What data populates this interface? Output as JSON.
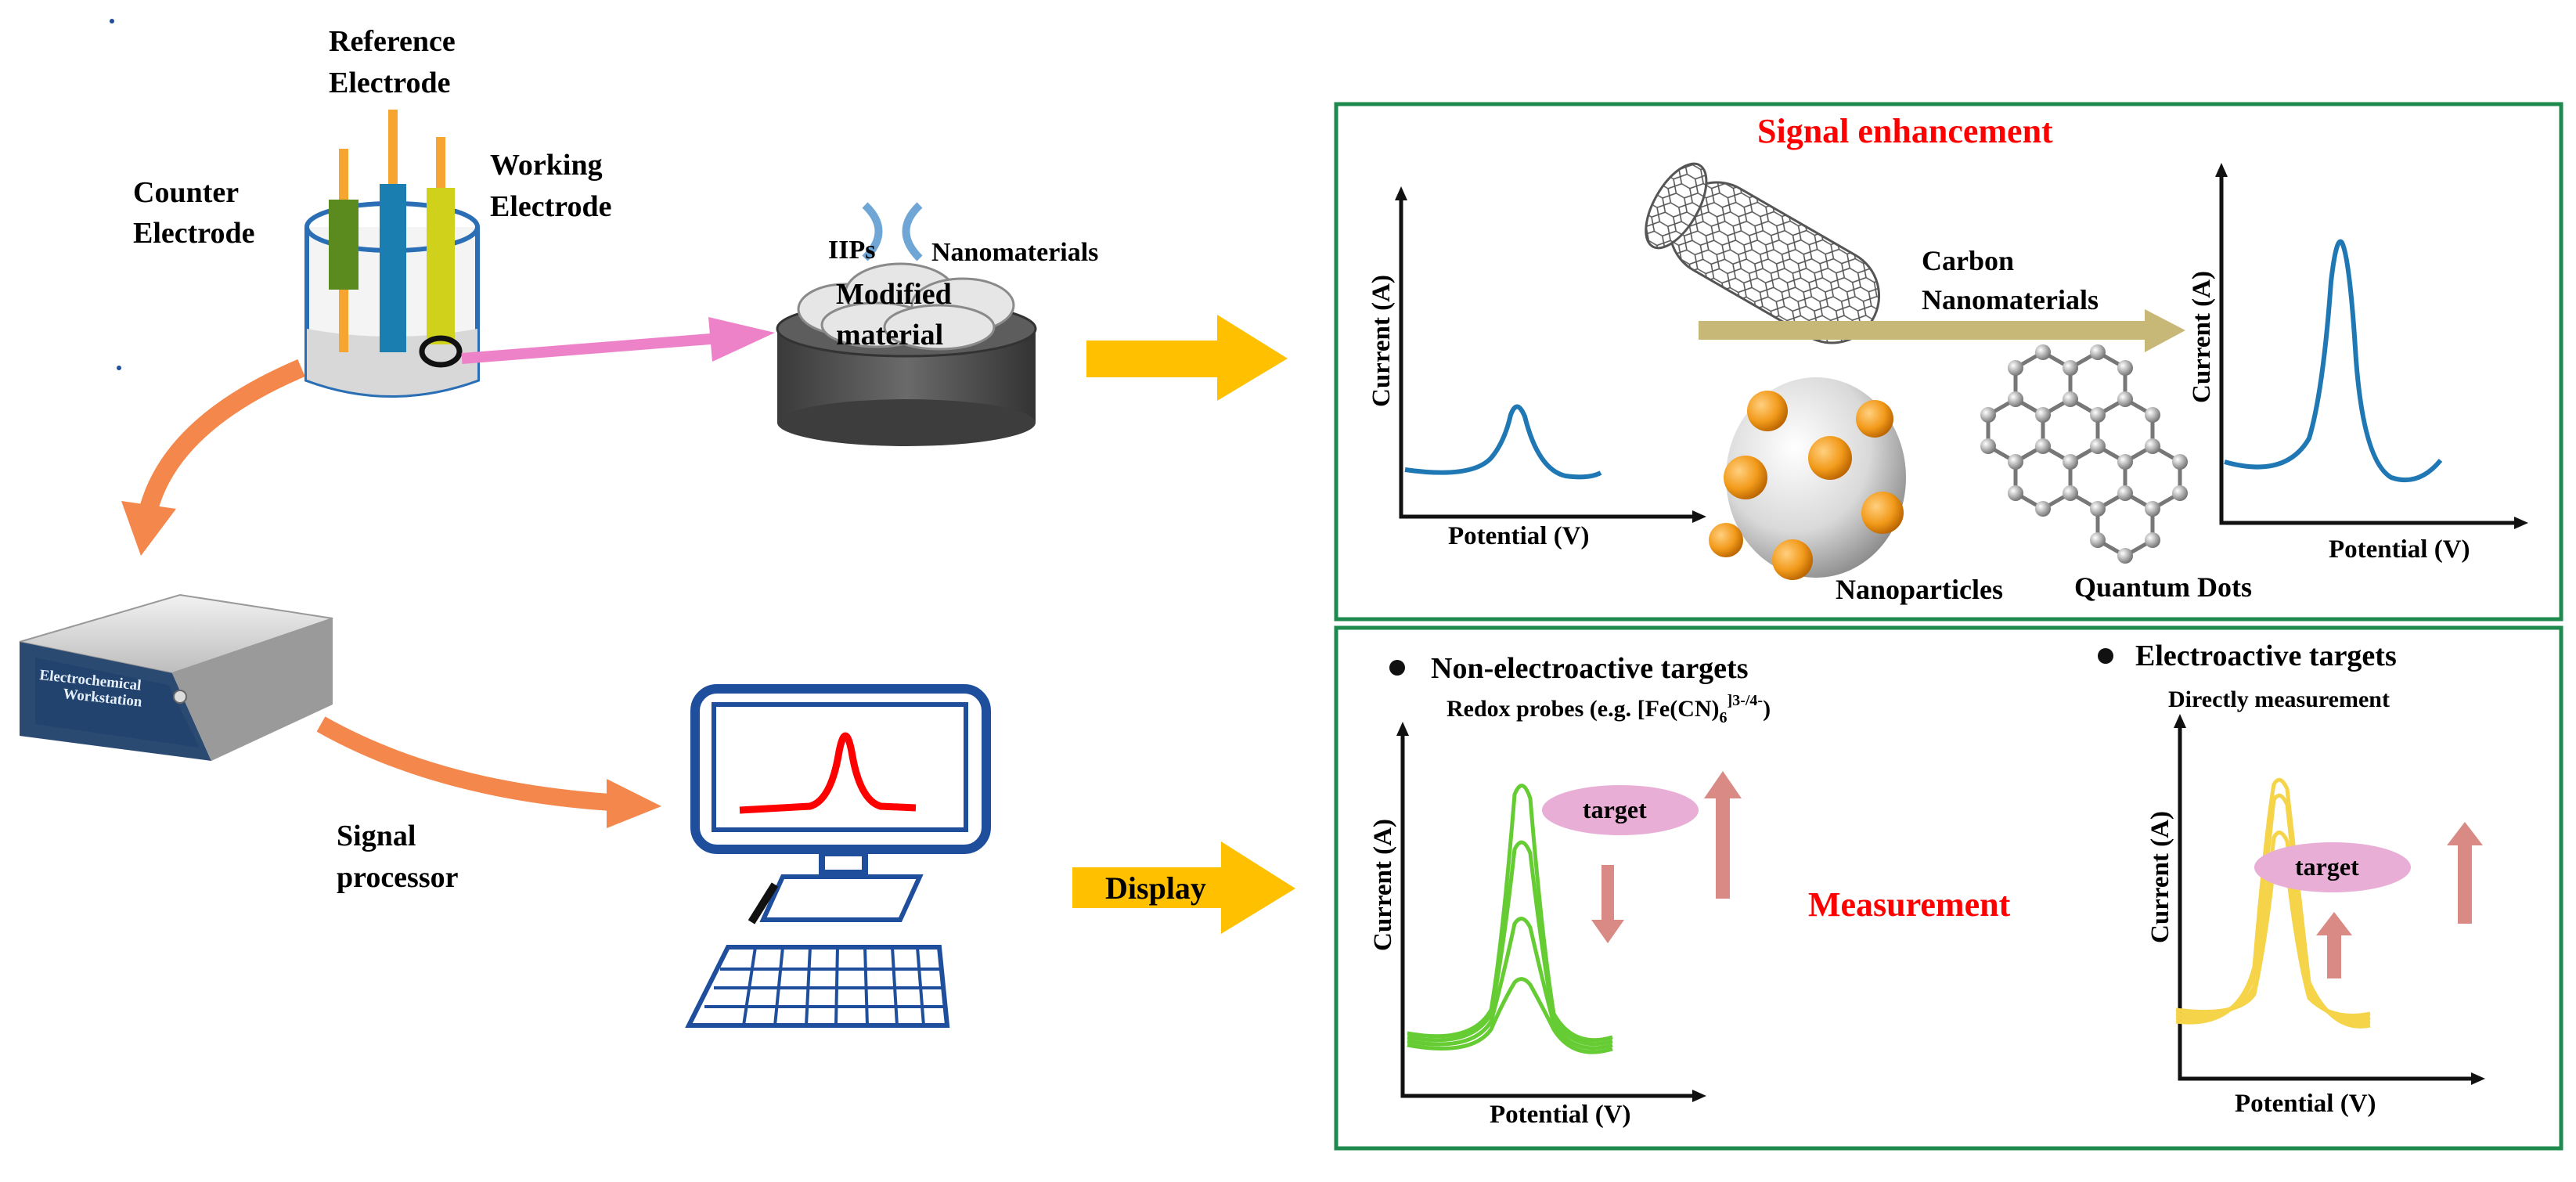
{
  "electrochemical_cell": {
    "reference_label_1": "Reference",
    "reference_label_2": "Electrode",
    "counter_label_1": "Counter",
    "counter_label_2": "Electrode",
    "working_label_1": "Working",
    "working_label_2": "Electrode"
  },
  "modified_electrode": {
    "iips_label": "IIPs",
    "nanomaterials_label": "Nanomaterials",
    "modified_label_1": "Modified",
    "modified_label_2": "material"
  },
  "workstation": {
    "label_1": "Electrochemical",
    "label_2": "Workstation",
    "signal_label_1": "Signal",
    "signal_label_2": "processor"
  },
  "display_label": "Display",
  "signal_panel": {
    "title": "Signal enhancement",
    "left_ylabel": "Current (A)",
    "left_xlabel": "Potential (V)",
    "right_ylabel": "Current (A)",
    "right_xlabel": "Potential (V)",
    "carbon_label_1": "Carbon",
    "carbon_label_2": "Nanomaterials",
    "nanoparticles_label": "Nanoparticles",
    "quantum_dots_label": "Quantum Dots"
  },
  "measurement_panel": {
    "non_electroactive_title": "Non-electroactive targets",
    "redox_probe_prefix": "Redox probes (e.g. [Fe(CN)",
    "redox_probe_sub": "6",
    "redox_probe_sup": "]3-/4-",
    "redox_probe_suffix": ")",
    "electroactive_title": "Electroactive targets",
    "direct_label": "Directly measurement",
    "measurement_label": "Measurement",
    "left_ylabel": "Current (A)",
    "left_xlabel": "Potential (V)",
    "right_ylabel": "Current (A)",
    "right_xlabel": "Potential (V)",
    "target_left": "target",
    "target_right": "target"
  },
  "colors": {
    "panel_border": "#1e8a4e",
    "red_text": "#ff0000",
    "orange_arrow": "#f4874b",
    "yellow_arrow": "#ffc000",
    "pink_arrow": "#ee82c8",
    "blue_curve": "#1f77b4",
    "green_curve": "#66cc33",
    "yellow_curve": "#f5d44a",
    "monitor_blue": "#1f4e9c",
    "khaki_arrow": "#c8b878"
  }
}
